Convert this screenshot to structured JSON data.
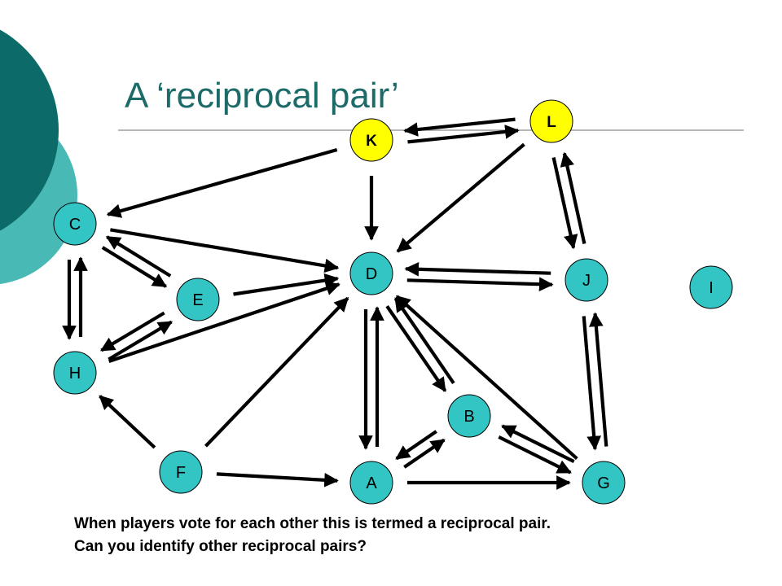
{
  "slide": {
    "title": "A ‘reciprocal pair’",
    "caption_lines": [
      "When players vote for each other this is termed a reciprocal pair.",
      "Can you identify other reciprocal pairs?"
    ]
  },
  "colors": {
    "title": "#1d6b69",
    "node_fill": "#33c4c4",
    "node_highlight_fill": "#ffff00",
    "arrow": "#000000",
    "decor_dark": "#0c6b68",
    "decor_light": "#48b9b4"
  },
  "diagram": {
    "nodes": [
      {
        "id": "L",
        "label": "L",
        "highlight": true,
        "bold": true
      },
      {
        "id": "K",
        "label": "K",
        "highlight": true,
        "bold": true
      },
      {
        "id": "C",
        "label": "C",
        "highlight": false,
        "bold": false
      },
      {
        "id": "D",
        "label": "D",
        "highlight": false,
        "bold": false
      },
      {
        "id": "J",
        "label": "J",
        "highlight": false,
        "bold": false
      },
      {
        "id": "I",
        "label": "I",
        "highlight": false,
        "bold": false
      },
      {
        "id": "E",
        "label": "E",
        "highlight": false,
        "bold": false
      },
      {
        "id": "H",
        "label": "H",
        "highlight": false,
        "bold": false
      },
      {
        "id": "B",
        "label": "B",
        "highlight": false,
        "bold": false
      },
      {
        "id": "F",
        "label": "F",
        "highlight": false,
        "bold": false
      },
      {
        "id": "A",
        "label": "A",
        "highlight": false,
        "bold": false
      },
      {
        "id": "G",
        "label": "G",
        "highlight": false,
        "bold": false
      }
    ],
    "edges": [
      {
        "from": "L",
        "to": "K"
      },
      {
        "from": "K",
        "to": "L"
      },
      {
        "from": "K",
        "to": "C"
      },
      {
        "from": "K",
        "to": "D"
      },
      {
        "from": "L",
        "to": "D"
      },
      {
        "from": "L",
        "to": "J"
      },
      {
        "from": "J",
        "to": "L"
      },
      {
        "from": "C",
        "to": "D"
      },
      {
        "from": "C",
        "to": "E"
      },
      {
        "from": "E",
        "to": "C"
      },
      {
        "from": "C",
        "to": "H"
      },
      {
        "from": "H",
        "to": "C"
      },
      {
        "from": "E",
        "to": "D"
      },
      {
        "from": "H",
        "to": "E"
      },
      {
        "from": "E",
        "to": "H"
      },
      {
        "from": "H",
        "to": "D"
      },
      {
        "from": "D",
        "to": "J"
      },
      {
        "from": "J",
        "to": "D"
      },
      {
        "from": "J",
        "to": "G"
      },
      {
        "from": "G",
        "to": "J"
      },
      {
        "from": "D",
        "to": "A"
      },
      {
        "from": "A",
        "to": "D"
      },
      {
        "from": "D",
        "to": "B"
      },
      {
        "from": "B",
        "to": "D"
      },
      {
        "from": "G",
        "to": "D"
      },
      {
        "from": "F",
        "to": "H"
      },
      {
        "from": "F",
        "to": "D"
      },
      {
        "from": "F",
        "to": "A"
      },
      {
        "from": "A",
        "to": "B"
      },
      {
        "from": "B",
        "to": "A"
      },
      {
        "from": "B",
        "to": "G"
      },
      {
        "from": "G",
        "to": "B"
      },
      {
        "from": "A",
        "to": "G"
      }
    ]
  }
}
